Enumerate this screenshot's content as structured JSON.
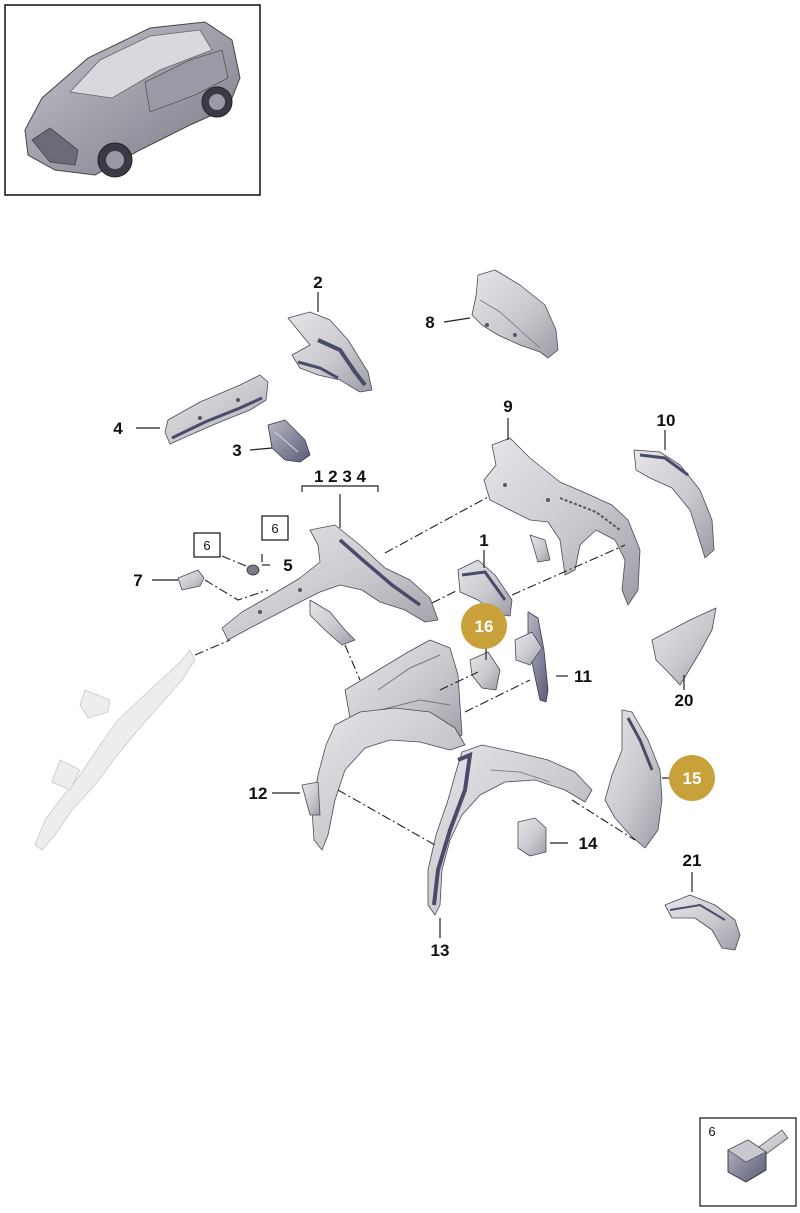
{
  "parts": [
    {
      "id": "label-1",
      "text": "1"
    },
    {
      "id": "label-2",
      "text": "2"
    },
    {
      "id": "label-3",
      "text": "3"
    },
    {
      "id": "label-4",
      "text": "4"
    },
    {
      "id": "label-5",
      "text": "5"
    },
    {
      "id": "label-7",
      "text": "7"
    },
    {
      "id": "label-8",
      "text": "8"
    },
    {
      "id": "label-9",
      "text": "9"
    },
    {
      "id": "label-10",
      "text": "10"
    },
    {
      "id": "label-11",
      "text": "11"
    },
    {
      "id": "label-12",
      "text": "12"
    },
    {
      "id": "label-13",
      "text": "13"
    },
    {
      "id": "label-14",
      "text": "14"
    },
    {
      "id": "label-20",
      "text": "20"
    },
    {
      "id": "label-21",
      "text": "21"
    }
  ],
  "group_label": "1 2 3 4",
  "boxed_refs": [
    "6",
    "6"
  ],
  "badges": [
    {
      "text": "16",
      "color": "#c8a13a"
    },
    {
      "text": "15",
      "color": "#c8a13a"
    }
  ],
  "inset_label": "6",
  "colors": {
    "badge": "#c8a13a",
    "part_fill": "#d4d4d8",
    "part_dark_edge": "#4a4b6a",
    "ghost_part": "#ededed",
    "line": "#222222"
  }
}
